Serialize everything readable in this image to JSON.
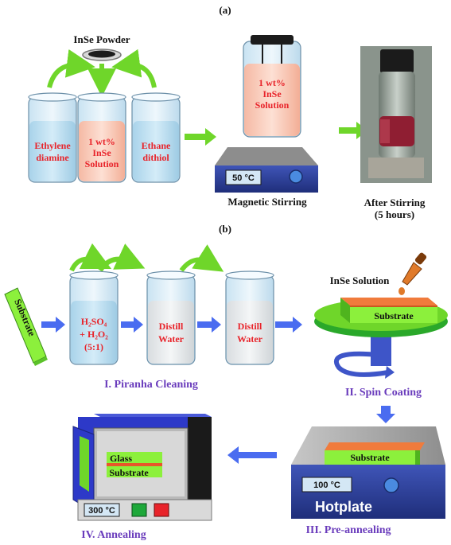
{
  "panel_a": {
    "label": "(a)",
    "powder_label": "InSe Powder",
    "beakers": [
      {
        "line1": "Ethylene",
        "line2": "diamine",
        "line3": ""
      },
      {
        "line1": "1 wt%",
        "line2": "InSe",
        "line3": "Solution"
      },
      {
        "line1": "Ethane",
        "line2": "dithiol",
        "line3": ""
      }
    ],
    "stirrer_beaker": {
      "line1": "1 wt%",
      "line2": "InSe",
      "line3": "Solution"
    },
    "stirrer_temp": "50 °C",
    "stirrer_caption": "Magnetic Stirring",
    "vial_caption_line1": "After Stirring",
    "vial_caption_line2": "(5 hours)"
  },
  "panel_b": {
    "label": "(b)",
    "substrate_label": "Substrate",
    "piranha": {
      "line1": "H₂SO₄",
      "line2": "+ H₂O₂",
      "line3": "(5:1)"
    },
    "distill1": {
      "line1": "Distill",
      "line2": "Water"
    },
    "distill2": {
      "line1": "Distill",
      "line2": "Water"
    },
    "step1": "I. Piranha Cleaning",
    "insesolution": "InSe Solution",
    "spin_substrate": "Substrate",
    "step2": "II. Spin Coating",
    "hotplate_substrate": "Substrate",
    "hotplate_temp": "100 °C",
    "hotplate_label": "Hotplate",
    "step3": "III. Pre-annealing",
    "oven_glass": "Glass",
    "oven_substrate": "Substrate",
    "oven_temp": "300 °C",
    "step4": "IV. Annealing"
  },
  "colors": {
    "arrow_green": "#6fd62a",
    "arrow_blue": "#4a6cf0",
    "label_red": "#e8232a",
    "step_purple": "#6a3cbc",
    "substrate_green": "#8cf03c",
    "film_orange": "#f07b3c",
    "oven_blue": "#2d39c8"
  }
}
